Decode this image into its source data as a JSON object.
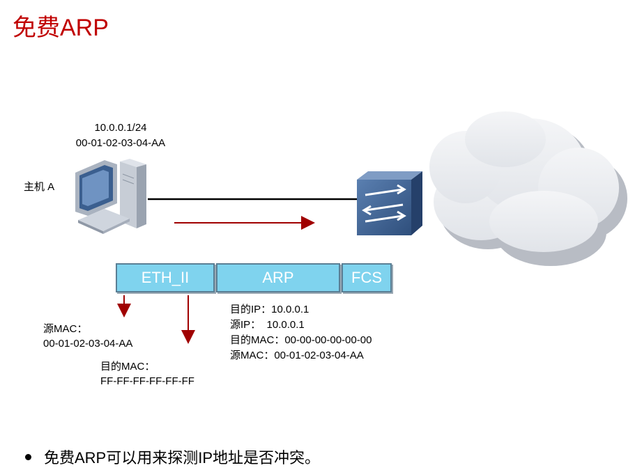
{
  "title": "免费ARP",
  "host": {
    "label": "主机 A",
    "ip": "10.0.0.1/24",
    "mac": "00-01-02-03-04-AA",
    "icon": "computer-icon"
  },
  "switch": {
    "icon": "switch-icon"
  },
  "cloud": {
    "icon": "cloud-icon"
  },
  "frame": {
    "segments": [
      "ETH_II",
      "ARP",
      "FCS"
    ]
  },
  "eth_fields": {
    "src_label": "源MAC：",
    "src_value": "00-01-02-03-04-AA",
    "dst_label": "目的MAC：",
    "dst_value": "FF-FF-FF-FF-FF-FF"
  },
  "arp_fields": [
    "目的IP：10.0.0.1",
    "源IP：  10.0.0.1",
    "目的MAC：00-00-00-00-00-00",
    "源MAC：00-01-02-03-04-AA"
  ],
  "bullet": "免费ARP可以用来探测IP地址是否冲突。",
  "colors": {
    "title": "#c00000",
    "arrow": "#a00000",
    "segment_fill": "#7fd3ee",
    "link": "#000000"
  }
}
